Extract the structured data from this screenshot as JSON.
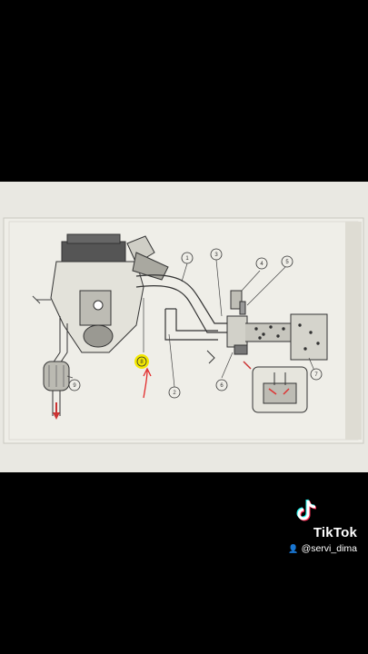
{
  "video": {
    "diagram": {
      "callouts": [
        "1",
        "2",
        "3",
        "4",
        "5",
        "6",
        "7",
        "8",
        "9"
      ]
    },
    "watermark": {
      "app_name": "TikTok",
      "username": "@servi_dima",
      "logo_icon": "tiktok-note-icon",
      "user_icon": "person-icon"
    },
    "colors": {
      "letterbox": "#000000",
      "paper": "#efeee8",
      "highlight": "#f3e800",
      "annotation_red": "#e22a2a",
      "tiktok_cyan": "#25f4ee",
      "tiktok_pink": "#fe2c55"
    }
  }
}
